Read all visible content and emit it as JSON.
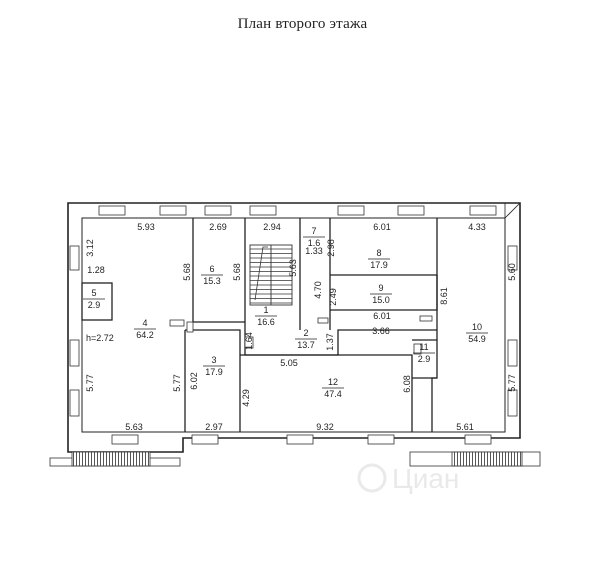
{
  "title": "План второго этажа",
  "ceiling_height": "h=2.72",
  "rooms": [
    {
      "id": "room-1",
      "number": "1",
      "area": "16.6"
    },
    {
      "id": "room-2",
      "number": "2",
      "area": "13.7"
    },
    {
      "id": "room-3",
      "number": "3",
      "area": "17.9"
    },
    {
      "id": "room-4",
      "number": "4",
      "area": "64.2"
    },
    {
      "id": "room-5",
      "number": "5",
      "area": "2.9"
    },
    {
      "id": "room-6",
      "number": "6",
      "area": "15.3"
    },
    {
      "id": "room-7",
      "number": "7",
      "area": "1.6"
    },
    {
      "id": "room-8",
      "number": "8",
      "area": "17.9"
    },
    {
      "id": "room-9",
      "number": "9",
      "area": "15.0"
    },
    {
      "id": "room-10",
      "number": "10",
      "area": "54.9"
    },
    {
      "id": "room-11",
      "number": "11",
      "area": "2.9"
    },
    {
      "id": "room-12",
      "number": "12",
      "area": "47.4"
    }
  ],
  "dimensions": [
    "5.93",
    "2.69",
    "2.94",
    "1.33",
    "2.98",
    "6.01",
    "4.33",
    "3.12",
    "1.28",
    "5.68",
    "5.68",
    "5.63",
    "4.70",
    "5.60",
    "2.49",
    "6.01",
    "8.61",
    "3.66",
    "1.64",
    "1.37",
    "5.05",
    "5.77",
    "5.77",
    "6.02",
    "4.29",
    "6.08",
    "5.77",
    "5.63",
    "2.97",
    "9.32",
    "5.61"
  ]
}
